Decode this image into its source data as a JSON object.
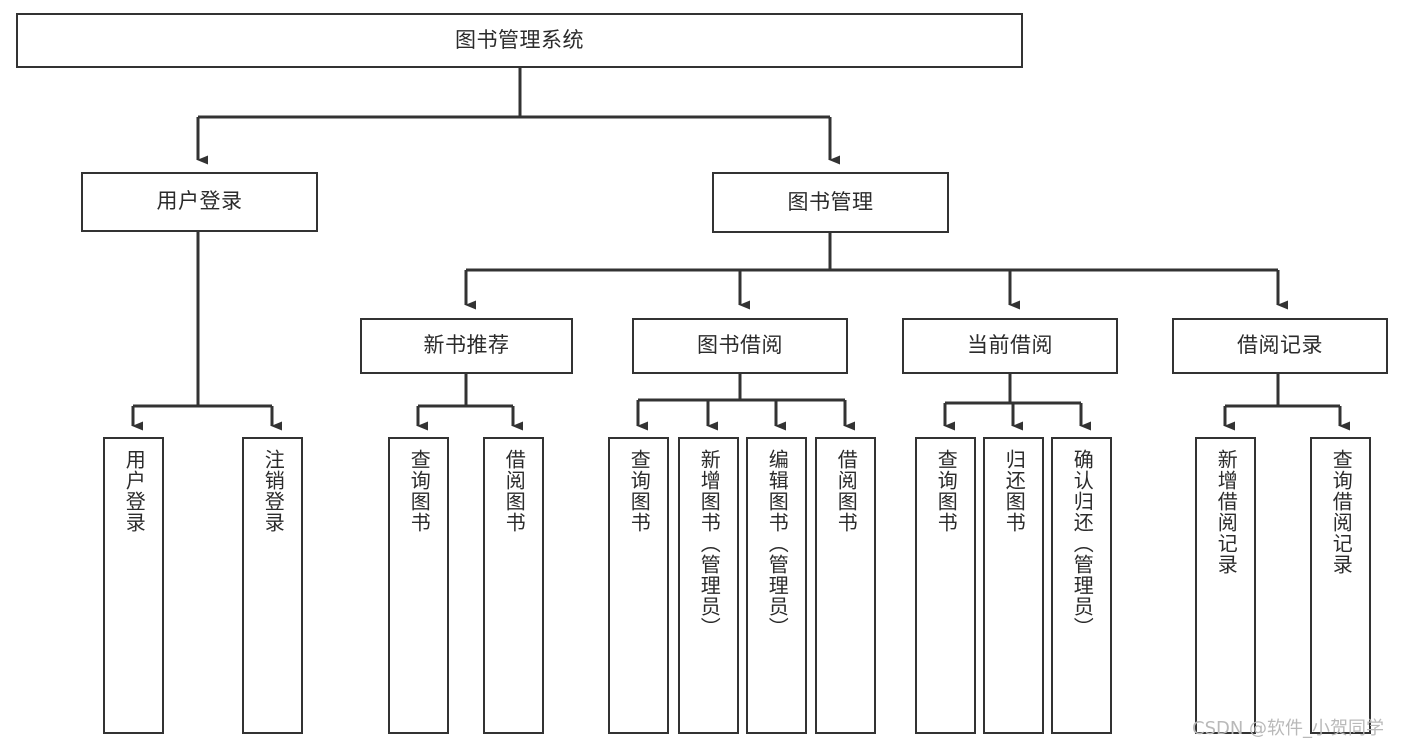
{
  "diagram": {
    "type": "tree",
    "orientation": "top-down",
    "title": "图书管理系统",
    "colors": {
      "node_border": "#333333",
      "node_fill": "#ffffff",
      "edge": "#333333",
      "text": "#2b2b2b",
      "watermark": "#b9b9b9",
      "background": "#ffffff"
    },
    "root": {
      "id": "root",
      "label": "图书管理系统",
      "orientation": "horizontal"
    },
    "level1": [
      {
        "id": "user-login",
        "label": "用户登录",
        "orientation": "horizontal"
      },
      {
        "id": "book-manage",
        "label": "图书管理",
        "orientation": "horizontal"
      }
    ],
    "level2": [
      {
        "id": "new-book-recommend",
        "label": "新书推荐",
        "parent": "book-manage",
        "orientation": "horizontal"
      },
      {
        "id": "book-borrow",
        "label": "图书借阅",
        "parent": "book-manage",
        "orientation": "horizontal"
      },
      {
        "id": "current-borrow",
        "label": "当前借阅",
        "parent": "book-manage",
        "orientation": "horizontal"
      },
      {
        "id": "borrow-record",
        "label": "借阅记录",
        "parent": "book-manage",
        "orientation": "horizontal"
      }
    ],
    "leaves": [
      {
        "id": "leaf-user-login",
        "label": "用户登录",
        "parent": "user-login",
        "orientation": "vertical"
      },
      {
        "id": "leaf-user-logout",
        "label": "注销登录",
        "parent": "user-login",
        "orientation": "vertical"
      },
      {
        "id": "leaf-query-book-1",
        "label": "查询图书",
        "parent": "new-book-recommend",
        "orientation": "vertical"
      },
      {
        "id": "leaf-borrow-book-1",
        "label": "借阅图书",
        "parent": "new-book-recommend",
        "orientation": "vertical"
      },
      {
        "id": "leaf-query-book-2",
        "label": "查询图书",
        "parent": "book-borrow",
        "orientation": "vertical"
      },
      {
        "id": "leaf-add-book",
        "label": "新增图书（管理员）",
        "parent": "book-borrow",
        "orientation": "vertical"
      },
      {
        "id": "leaf-edit-book",
        "label": "编辑图书（管理员）",
        "parent": "book-borrow",
        "orientation": "vertical"
      },
      {
        "id": "leaf-borrow-book-2",
        "label": "借阅图书",
        "parent": "book-borrow",
        "orientation": "vertical"
      },
      {
        "id": "leaf-query-book-3",
        "label": "查询图书",
        "parent": "current-borrow",
        "orientation": "vertical"
      },
      {
        "id": "leaf-return-book",
        "label": "归还图书",
        "parent": "current-borrow",
        "orientation": "vertical"
      },
      {
        "id": "leaf-confirm-return",
        "label": "确认归还（管理员）",
        "parent": "current-borrow",
        "orientation": "vertical"
      },
      {
        "id": "leaf-add-record",
        "label": "新增借阅记录",
        "parent": "borrow-record",
        "orientation": "vertical"
      },
      {
        "id": "leaf-query-record",
        "label": "查询借阅记录",
        "parent": "borrow-record",
        "orientation": "vertical"
      }
    ]
  },
  "watermark": {
    "text": "CSDN @软件_小贺同学"
  }
}
